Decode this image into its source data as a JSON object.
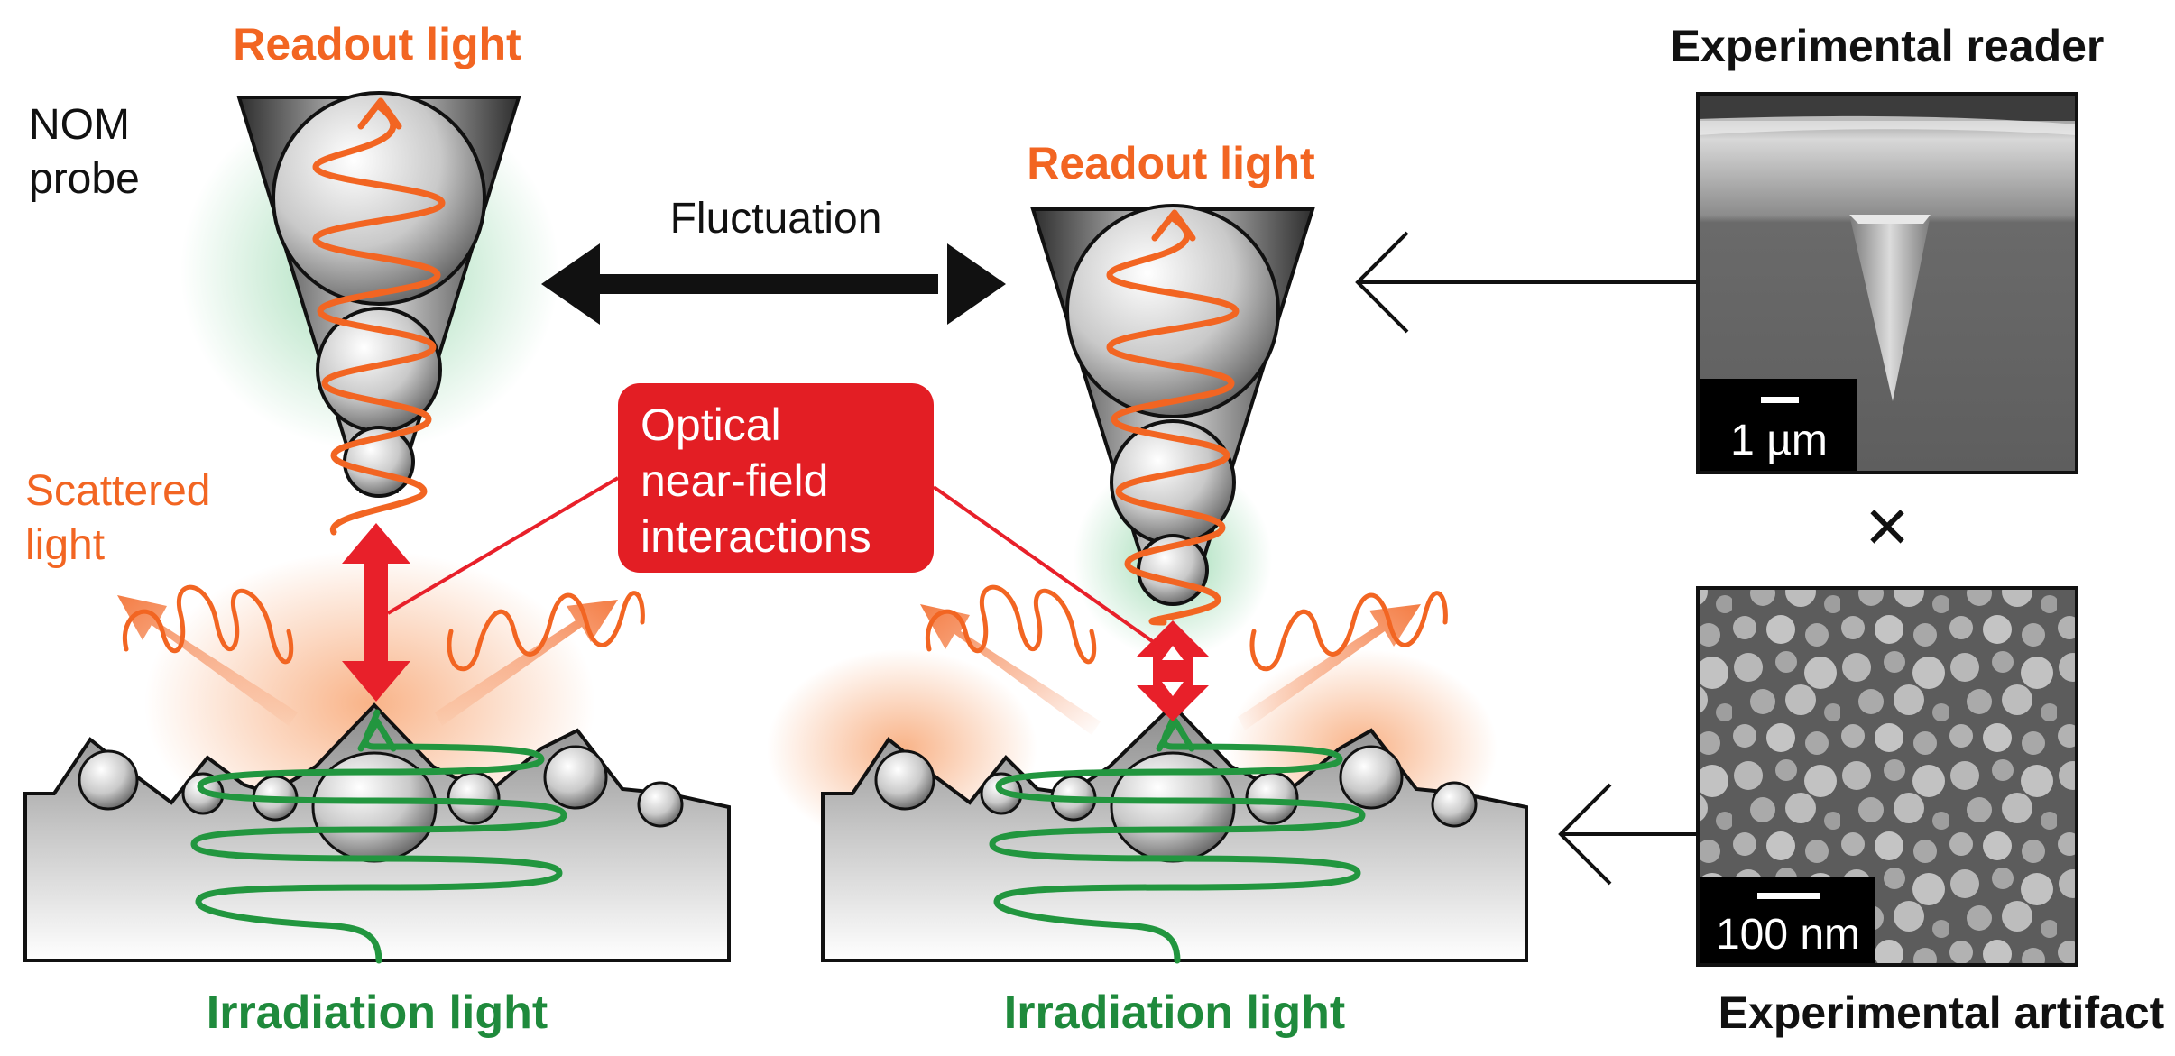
{
  "labels": {
    "readout_left": "Readout light",
    "readout_right": "Readout light",
    "nom_line1": "NOM",
    "nom_line2": "probe",
    "fluctuation": "Fluctuation",
    "scattered_line1": "Scattered",
    "scattered_line2": "light",
    "optical_line1": "Optical",
    "optical_line2": "near-field",
    "optical_line3": "interactions",
    "irradiation_left": "Irradiation light",
    "irradiation_right": "Irradiation light",
    "experimental_reader": "Experimental reader",
    "experimental_artifact": "Experimental artifact",
    "scale_reader": "1 µm",
    "scale_artifact": "100 nm",
    "times": "×"
  },
  "colors": {
    "readout": "#f26522",
    "irradiation": "#1f8a3c",
    "interaction": "#e8202a",
    "callout_bg": "#e31e24"
  }
}
